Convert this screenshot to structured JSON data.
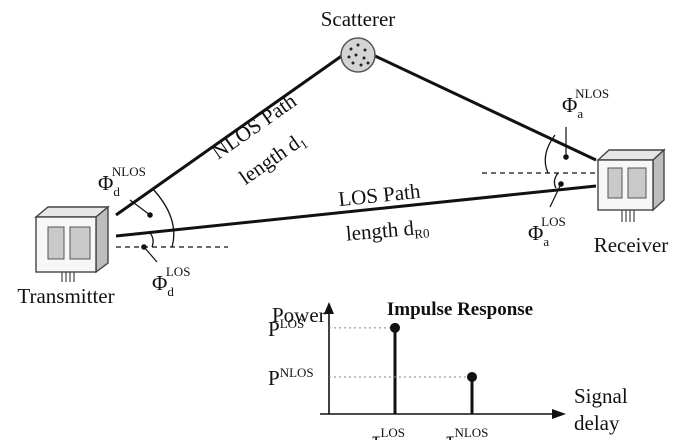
{
  "labels": {
    "scatterer": "Scatterer",
    "transmitter": "Transmitter",
    "receiver": "Receiver",
    "nlos_path": "NLOS Path",
    "nlos_length": "length d",
    "nlos_length_sub": "1",
    "los_path": "LOS Path",
    "los_length": "length d",
    "los_length_sub": "R0"
  },
  "angles": {
    "symbol": "Φ",
    "departure_sub": "d",
    "arrival_sub": "a",
    "nlos_sup": "NLOS",
    "los_sup": "LOS"
  },
  "impulse": {
    "title": "Impulse Response",
    "y_label": "Power",
    "x_label_line1": "Signal",
    "x_label_line2": "delay",
    "p_symbol": "P",
    "tau_symbol": "τ",
    "los_sup": "LOS",
    "nlos_sup": "NLOS",
    "chart_data": {
      "type": "stem",
      "title": "Impulse Response",
      "xlabel": "Signal delay",
      "ylabel": "Power",
      "series": [
        {
          "x_label": "τLOS",
          "y_label": "PLOS",
          "y": 1.0
        },
        {
          "x_label": "τNLOS",
          "y_label": "PNLOS",
          "y": 0.43
        }
      ],
      "ylim": [
        0,
        1.3
      ],
      "grid": false
    }
  },
  "colors": {
    "line": "#111111",
    "device_face": "#c9c9c9",
    "scatterer_fill": "#d4d4d4"
  }
}
